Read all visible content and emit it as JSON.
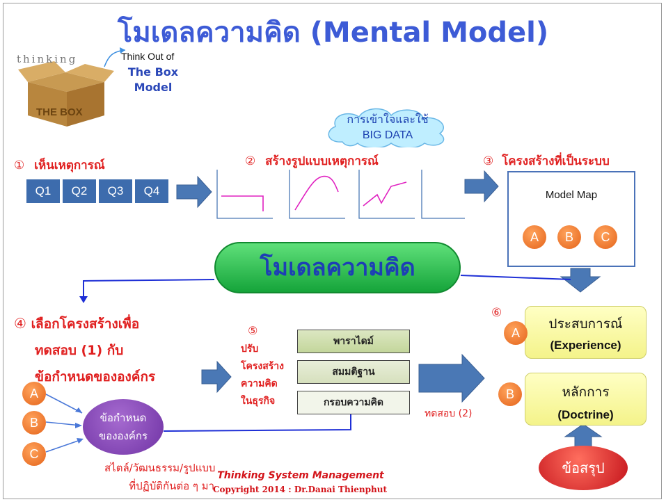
{
  "title": {
    "thai": "โมเดลความคิด",
    "english": "(Mental Model)"
  },
  "box_logo": {
    "thinking_word": "thinking",
    "box_word": "THE BOX",
    "caption_line1": "Think Out of",
    "caption_line2": "The Box",
    "caption_line3": "Model"
  },
  "cloud": {
    "line1": "การเข้าใจและใช้",
    "line2": "BIG DATA"
  },
  "steps": {
    "s1_num": "①",
    "s1_label": "เห็นเหตุการณ์",
    "s2_num": "②",
    "s2_label": "สร้างรูปแบบเหตุการณ์",
    "s3_num": "③",
    "s3_label": "โครงสร้างที่เป็นระบบ",
    "s4_num": "④",
    "s4_line1": "เลือกโครงสร้างเพื่อ",
    "s4_line2": "ทดสอบ (1) กับ",
    "s4_line3": "ข้อกำหนดขององค์กร",
    "s5_num": "⑤",
    "s5_line1": "ปรับ",
    "s5_line2": "โครงสร้าง",
    "s5_line3": "ความคิด",
    "s5_line4": "ในธุรกิจ",
    "s6_num": "⑥"
  },
  "quarters": [
    "Q1",
    "Q2",
    "Q3",
    "Q4"
  ],
  "model_map": {
    "label": "Model Map",
    "nodes": [
      "A",
      "B",
      "C"
    ]
  },
  "center_pill": "โมเดลความคิด",
  "stack_layers": [
    "พาราไดม์",
    "สมมติฐาน",
    "กรอบความคิด"
  ],
  "test2_label": "ทดสอบ (2)",
  "experience": {
    "badge": "A",
    "thai": "ประสบการณ์",
    "english": "(Experience)"
  },
  "doctrine": {
    "badge": "B",
    "thai": "หลักการ",
    "english": "(Doctrine)"
  },
  "conclusion": "ข้อสรุป",
  "org": {
    "nodes": [
      "A",
      "B",
      "C"
    ],
    "oval_line1": "ข้อกำหนด",
    "oval_line2": "ขององค์กร",
    "caption_line1": "สไตล์/วัฒนธรรม/รูปแบบ",
    "caption_line2": "ที่ปฏิบัติกันต่อ ๆ มา"
  },
  "footer": {
    "line1": "Thinking System Management",
    "line2": "Copyright 2014 : Dr.Danai Thienphut"
  },
  "colors": {
    "title_blue": "#3d5bd6",
    "step_red": "#e02020",
    "arrow_blue": "#4a78b5",
    "pill_green": "#22b444",
    "orange_node": "#e8701f",
    "chart_magenta": "#e020c0"
  }
}
